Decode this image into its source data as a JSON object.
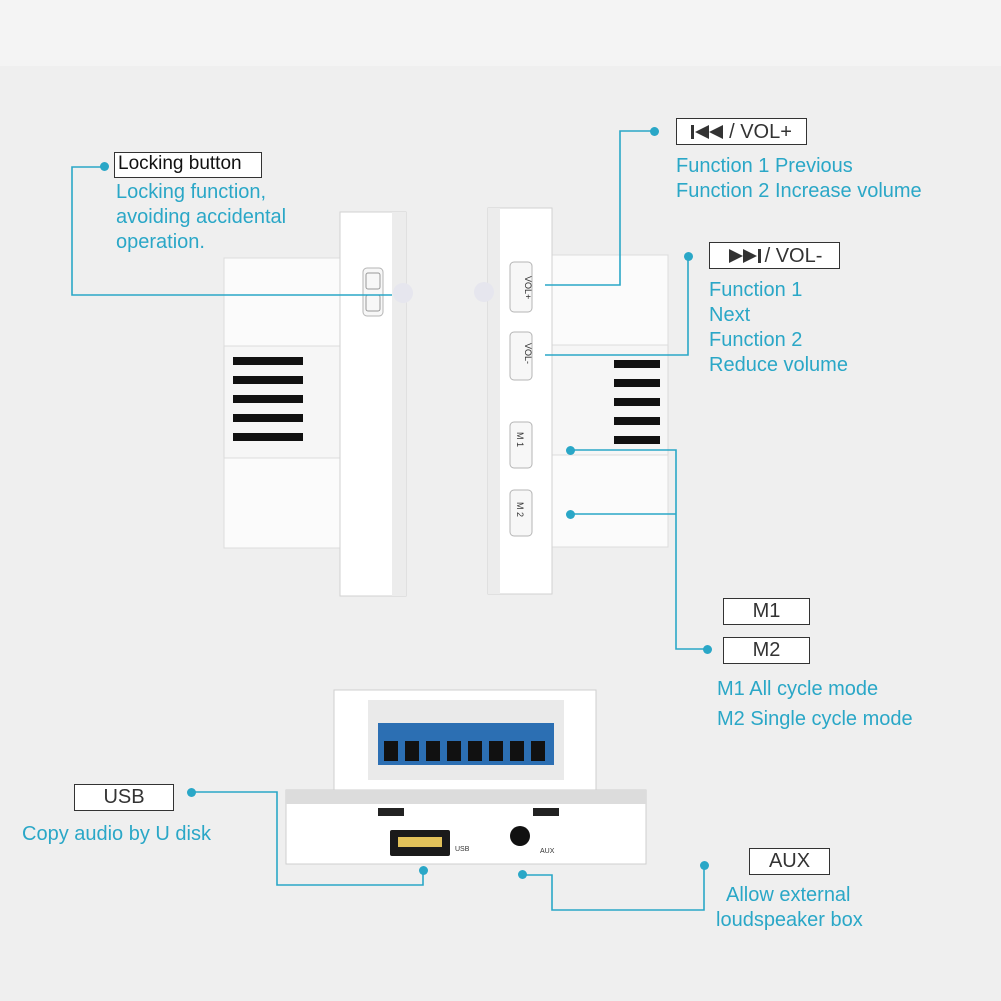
{
  "colors": {
    "accent": "#2aa7c7",
    "panel": "#ffffff",
    "terminal": "#2c6fb3"
  },
  "locking": {
    "title": "Locking button",
    "desc_lines": [
      "Locking function,",
      "avoiding accidental",
      "operation."
    ]
  },
  "prev": {
    "label": "/ VOL+",
    "icon": "previous-track-icon",
    "lines": [
      "Function 1 Previous",
      "Function 2 Increase volume"
    ]
  },
  "next": {
    "label": "/ VOL-",
    "icon": "next-track-icon",
    "lines": [
      "Function 1",
      "Next",
      "Function 2",
      "Reduce volume"
    ]
  },
  "mode": {
    "m1_label": "M1",
    "m2_label": "M2",
    "lines": [
      "M1 All cycle mode",
      "M2 Single cycle mode"
    ]
  },
  "usb": {
    "label": "USB",
    "desc": "Copy audio by U disk"
  },
  "aux": {
    "label": "AUX",
    "lines": [
      "Allow external",
      "loudspeaker box"
    ]
  },
  "device_text": {
    "vol_plus": "VOL+",
    "vol_minus": "VOL-",
    "m1": "M 1",
    "m2": "M 2",
    "usb_mark": "USB",
    "aux_mark": "AUX"
  }
}
